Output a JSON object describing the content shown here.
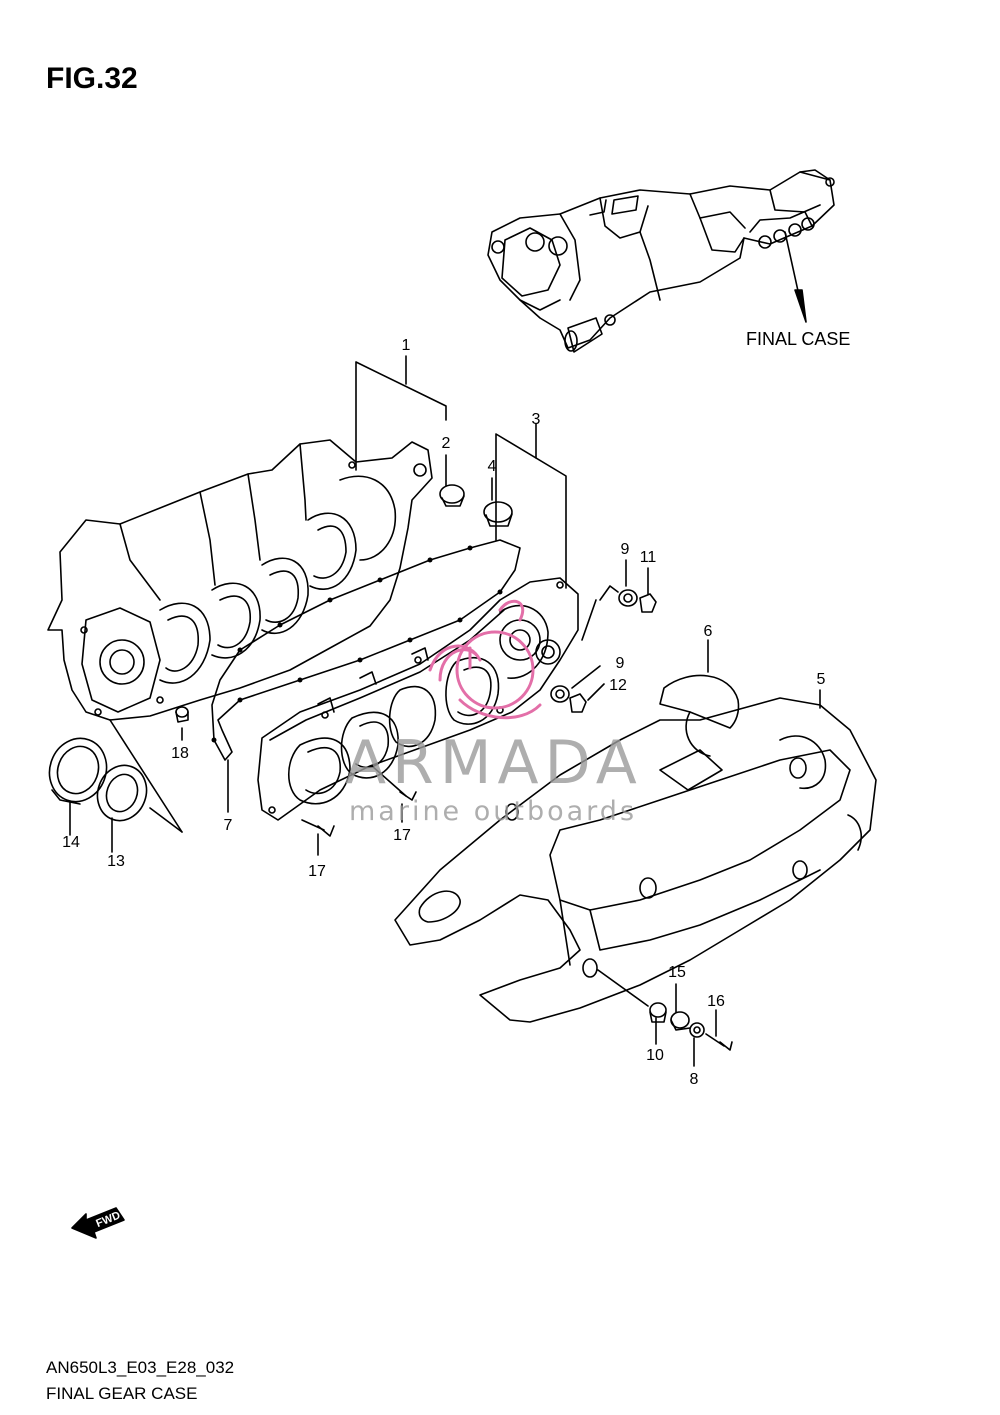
{
  "figure": {
    "title": "FIG.32",
    "final_case_label": "FINAL CASE",
    "doc_code": "AN650L3_E03_E28_032",
    "doc_title": "FINAL GEAR CASE",
    "fwd_label": "FWD"
  },
  "watermark": {
    "brand": "ARMADA",
    "tagline": "marine outboards",
    "accent_color": "#e36fa8",
    "text_color": "#9a9a9a"
  },
  "callouts": [
    {
      "id": "c1",
      "label": "1"
    },
    {
      "id": "c2",
      "label": "2"
    },
    {
      "id": "c3",
      "label": "3"
    },
    {
      "id": "c4",
      "label": "4"
    },
    {
      "id": "c5",
      "label": "5"
    },
    {
      "id": "c6",
      "label": "6"
    },
    {
      "id": "c7",
      "label": "7"
    },
    {
      "id": "c8",
      "label": "8"
    },
    {
      "id": "c9a",
      "label": "9"
    },
    {
      "id": "c9b",
      "label": "9"
    },
    {
      "id": "c10",
      "label": "10"
    },
    {
      "id": "c11",
      "label": "11"
    },
    {
      "id": "c12",
      "label": "12"
    },
    {
      "id": "c13",
      "label": "13"
    },
    {
      "id": "c14",
      "label": "14"
    },
    {
      "id": "c15",
      "label": "15"
    },
    {
      "id": "c16",
      "label": "16"
    },
    {
      "id": "c17a",
      "label": "17"
    },
    {
      "id": "c17b",
      "label": "17"
    },
    {
      "id": "c18",
      "label": "18"
    }
  ]
}
